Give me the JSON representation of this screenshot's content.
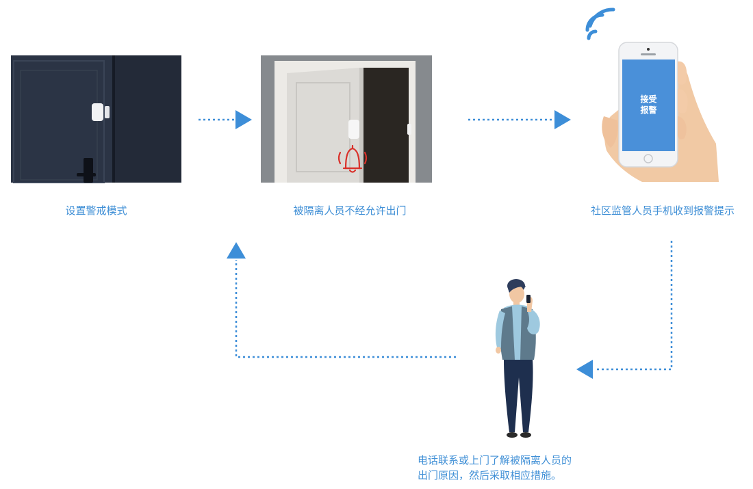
{
  "steps": [
    {
      "label": "设置警戒模式"
    },
    {
      "label": "被隔离人员不经允许出门"
    },
    {
      "label": "社区监管人员手机收到报警提示"
    },
    {
      "label_line1": "电话联系或上门了解被隔离人员的",
      "label_line2": "出门原因，然后采取相应措施。"
    }
  ],
  "phone": {
    "line1": "接受",
    "line2": "报警"
  },
  "colors": {
    "accent": "#3f8fd6",
    "arrow": "#3d8ed8",
    "alarm": "#d9312b",
    "screen": "#4a90d9"
  }
}
